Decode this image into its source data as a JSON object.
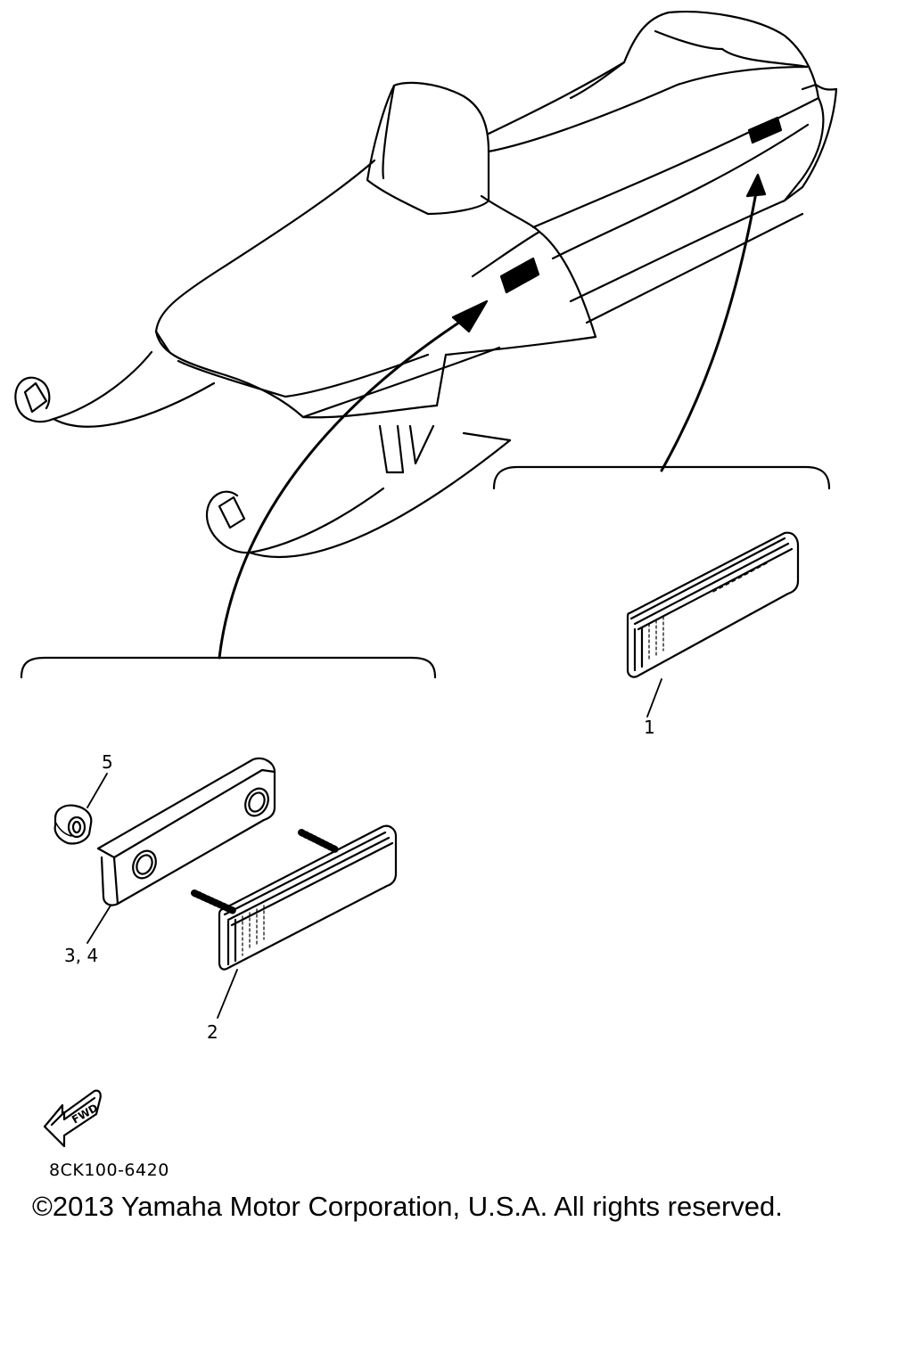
{
  "callouts": {
    "part_1": "1",
    "part_2": "2",
    "part_3_4": "3, 4",
    "part_5": "5"
  },
  "fwd_label": "FWD",
  "diagram_code": "8CK100-6420",
  "copyright": "©2013 Yamaha Motor Corporation, U.S.A. All rights reserved.",
  "colors": {
    "line": "#000000",
    "background": "#ffffff"
  }
}
